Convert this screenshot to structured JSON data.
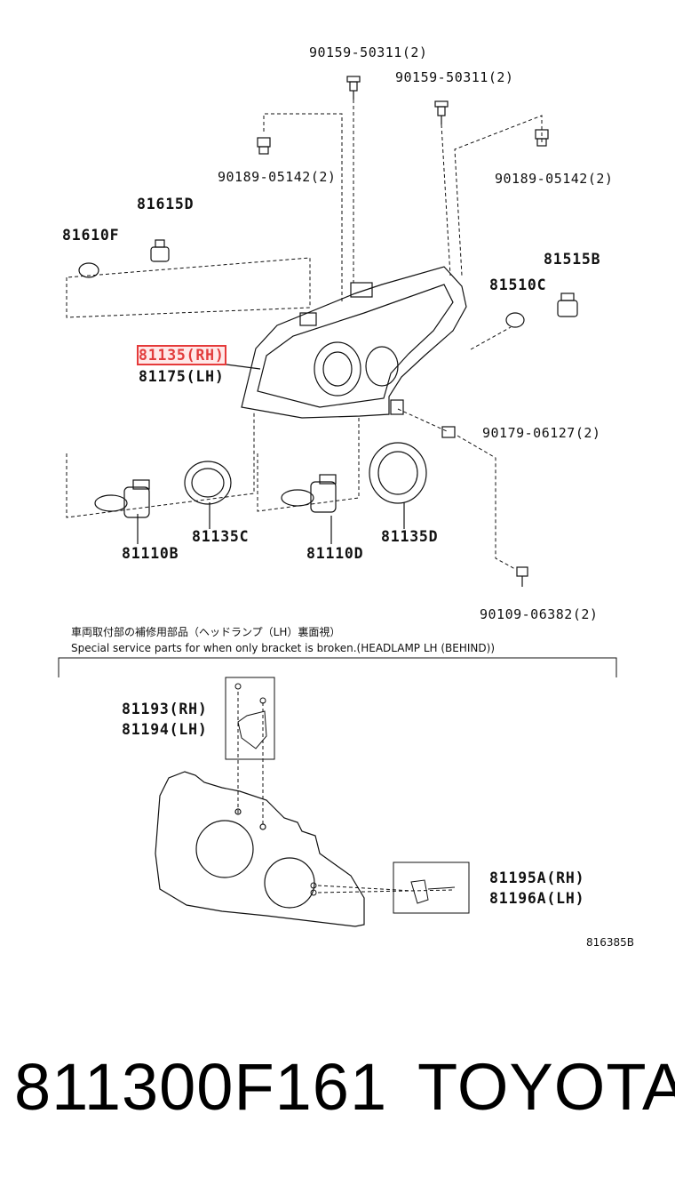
{
  "labels": {
    "bolt_top_left": "90159-50311(2)",
    "bolt_top_right": "90159-50311(2)",
    "nut_left": "90189-05142(2)",
    "nut_right": "90189-05142(2)",
    "socket_81615d": "81615D",
    "bulb_81610f": "81610F",
    "socket_81515b": "81515B",
    "bulb_81510c": "81510C",
    "unit_rh": "81135(RH)",
    "unit_lh": "81175(LH)",
    "clip": "90179-06127(2)",
    "cover_81135c": "81135C",
    "bulb_81110b": "81110B",
    "bulb_81110d": "81110D",
    "cover_81135d": "81135D",
    "screw": "90109-06382(2)",
    "bracket_rh": "81193(RH)",
    "bracket_lh": "81194(LH)",
    "bracket2_rh": "81195A(RH)",
    "bracket2_lh": "81196A(LH)"
  },
  "notes": {
    "jp": "車両取付部の補修用部品（ヘッドランプ（LH）裏面視）",
    "en": "Special service parts for when only bracket is broken.(HEADLAMP LH (BEHIND))"
  },
  "diagram_ref": "816385B",
  "footer": {
    "part_number": "811300F161",
    "brand": "TOYOTA"
  },
  "colors": {
    "line": "#111111",
    "highlight": "#e23c3c"
  }
}
